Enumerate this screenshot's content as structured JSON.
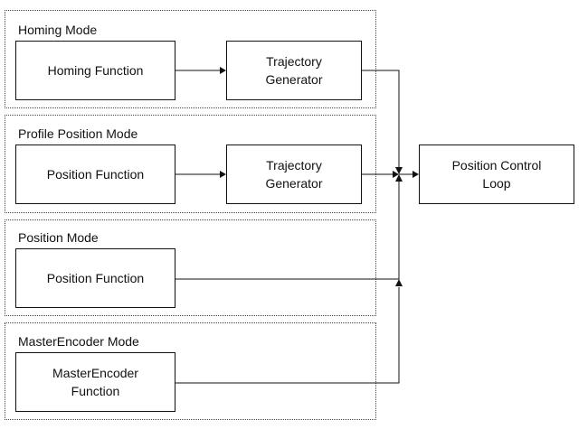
{
  "groups": [
    {
      "label": "Homing Mode",
      "function": {
        "lines": [
          "Homing Function"
        ]
      },
      "generator": {
        "lines": [
          "Trajectory",
          "Generator"
        ]
      }
    },
    {
      "label": "Profile Position Mode",
      "function": {
        "lines": [
          "Position Function"
        ]
      },
      "generator": {
        "lines": [
          "Trajectory",
          "Generator"
        ]
      }
    },
    {
      "label": "Position Mode",
      "function": {
        "lines": [
          "Position Function"
        ]
      }
    },
    {
      "label": "MasterEncoder Mode",
      "function": {
        "lines": [
          "MasterEncoder",
          "Function"
        ]
      }
    }
  ],
  "control_loop": {
    "lines": [
      "Position Control",
      "Loop"
    ]
  }
}
